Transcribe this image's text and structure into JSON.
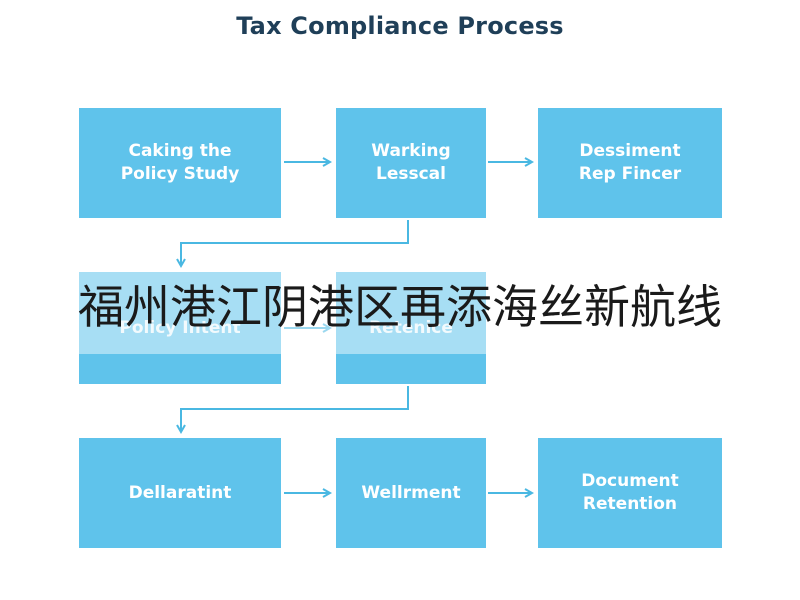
{
  "title": "Tax Compliance Process",
  "boxes": [
    {
      "label": "Caking the\nPolicy Study"
    },
    {
      "label": "Warking\nLesscal"
    },
    {
      "label": "Dessiment\nRep Fincer"
    },
    {
      "label": "Policy Intent"
    },
    {
      "label": "Retenice"
    },
    {
      "label": "Dellaratint"
    },
    {
      "label": "Wellrment"
    },
    {
      "label": "Document\nRetention"
    }
  ],
  "overlay": {
    "caption": "福州港江阴港区再添海丝新航线"
  },
  "colors": {
    "box_fill": "#5fc3eb",
    "connector": "#4ab8e2",
    "title": "#1f3f58"
  }
}
